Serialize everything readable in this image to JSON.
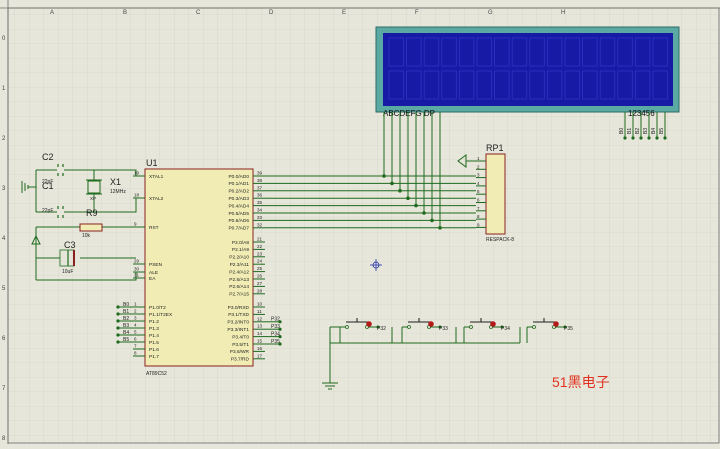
{
  "border": {
    "top_letters": [
      "A",
      "B",
      "C",
      "D",
      "E",
      "F",
      "G",
      "H"
    ],
    "left_numbers": [
      "0",
      "1",
      "2",
      "3",
      "4",
      "5",
      "6",
      "7",
      "8"
    ]
  },
  "colors": {
    "background": "#e6e6da",
    "grid": "#cfd0c0",
    "wire": "#1e6a1e",
    "chip_body": "#f0ecb4",
    "chip_outline": "#8b2020",
    "label_dark": "#1f1f1f",
    "lcd_frame": "#5aa9a3",
    "lcd_screen": "#171aa4",
    "red_marker": "#b51a1a",
    "watermark": "#e0311f"
  },
  "mcu": {
    "ref": "U1",
    "part": "AT89C52",
    "left_pins": [
      {
        "num": "19",
        "name": "XTAL1"
      },
      {
        "num": "18",
        "name": "XTAL2"
      },
      {
        "num": "9",
        "name": "RST"
      },
      {
        "num": "29",
        "name": "PSEN"
      },
      {
        "num": "30",
        "name": "ALE"
      },
      {
        "num": "31",
        "name": "EA"
      },
      {
        "num": "1",
        "name": "P1.0/T2"
      },
      {
        "num": "2",
        "name": "P1.1/T2EX"
      },
      {
        "num": "3",
        "name": "P1.2"
      },
      {
        "num": "4",
        "name": "P1.3"
      },
      {
        "num": "5",
        "name": "P1.4"
      },
      {
        "num": "6",
        "name": "P1.5"
      },
      {
        "num": "7",
        "name": "P1.6"
      },
      {
        "num": "8",
        "name": "P1.7"
      }
    ],
    "right_pins": [
      {
        "num": "39",
        "name": "P0.0/AD0"
      },
      {
        "num": "38",
        "name": "P0.1/AD1"
      },
      {
        "num": "37",
        "name": "P0.2/AD2"
      },
      {
        "num": "36",
        "name": "P0.3/AD3"
      },
      {
        "num": "35",
        "name": "P0.4/AD4"
      },
      {
        "num": "34",
        "name": "P0.5/AD5"
      },
      {
        "num": "33",
        "name": "P0.6/AD6"
      },
      {
        "num": "32",
        "name": "P0.7/AD7"
      },
      {
        "num": "21",
        "name": "P2.0/A8"
      },
      {
        "num": "22",
        "name": "P2.1/A9"
      },
      {
        "num": "23",
        "name": "P2.2/A10"
      },
      {
        "num": "24",
        "name": "P2.3/A11"
      },
      {
        "num": "25",
        "name": "P2.4/A12"
      },
      {
        "num": "26",
        "name": "P2.5/A13"
      },
      {
        "num": "27",
        "name": "P2.6/A14"
      },
      {
        "num": "28",
        "name": "P2.7/A15"
      },
      {
        "num": "10",
        "name": "P3.0/RXD"
      },
      {
        "num": "11",
        "name": "P3.1/TXD"
      },
      {
        "num": "12",
        "name": "P3.2/INT0"
      },
      {
        "num": "13",
        "name": "P3.3/INT1"
      },
      {
        "num": "14",
        "name": "P3.4/T0"
      },
      {
        "num": "15",
        "name": "P3.5/T1"
      },
      {
        "num": "16",
        "name": "P3.6/WR"
      },
      {
        "num": "17",
        "name": "P3.7/RD"
      }
    ],
    "p1_net_labels": [
      "B0",
      "B1",
      "B2",
      "B3",
      "B4",
      "B5"
    ],
    "p3_net_labels": [
      "P32",
      "P33",
      "P34",
      "P35"
    ]
  },
  "components": {
    "c2": {
      "ref": "C2",
      "value": "22pF"
    },
    "c1": {
      "ref": "C1",
      "value": "22pF"
    },
    "x1": {
      "ref": "X1",
      "value": "12MHz",
      "sub": "XP"
    },
    "r9": {
      "ref": "R9",
      "value": "10k"
    },
    "c3": {
      "ref": "C3",
      "value": "10uF"
    },
    "rp1": {
      "ref": "RP1",
      "part": "RESPACK-8",
      "pins": [
        "1",
        "2",
        "3",
        "4",
        "5",
        "6",
        "7",
        "8",
        "9"
      ]
    }
  },
  "display": {
    "segment_label": "ABCDEFG DP",
    "digit_label": "123456",
    "digit_net_labels": [
      "B0",
      "B1",
      "B2",
      "B3",
      "B4",
      "B5"
    ]
  },
  "switches": [
    {
      "label": "P32"
    },
    {
      "label": "P33"
    },
    {
      "label": "P34"
    },
    {
      "label": "P35"
    }
  ],
  "watermark": "51黑电子"
}
